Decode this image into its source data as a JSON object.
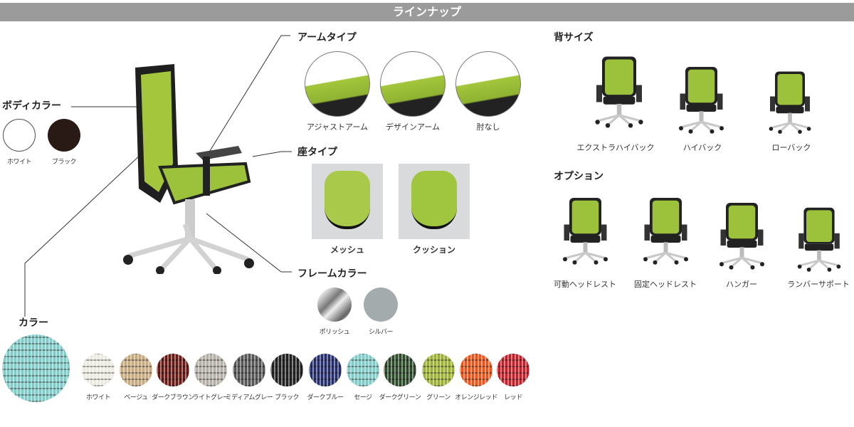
{
  "title": "ラインナップ",
  "body_color": {
    "heading": "ボディカラー",
    "options": [
      {
        "label": "ホワイト",
        "color": "#ffffff"
      },
      {
        "label": "ブラック",
        "color": "#2a1a16"
      }
    ]
  },
  "arm_type": {
    "heading": "アームタイプ",
    "options": [
      {
        "label": "アジャストアーム"
      },
      {
        "label": "デザインアーム"
      },
      {
        "label": "肘なし"
      }
    ]
  },
  "seat_type": {
    "heading": "座タイプ",
    "options": [
      {
        "label": "メッシュ"
      },
      {
        "label": "クッション"
      }
    ]
  },
  "frame_color": {
    "heading": "フレームカラー",
    "options": [
      {
        "label": "ポリッシュ"
      },
      {
        "label": "シルバー",
        "color": "#a3abad"
      }
    ]
  },
  "back_size": {
    "heading": "背サイズ",
    "options": [
      {
        "label": "エクストラハイバック"
      },
      {
        "label": "ハイバック"
      },
      {
        "label": "ローバック"
      }
    ]
  },
  "options": {
    "heading": "オプション",
    "items": [
      {
        "label": "可動ヘッドレスト"
      },
      {
        "label": "固定ヘッドレスト"
      },
      {
        "label": "ハンガー"
      },
      {
        "label": "ランバーサポート"
      }
    ]
  },
  "color": {
    "heading": "カラー",
    "swatches": [
      {
        "label": "ホワイト",
        "color": "#ecebe2"
      },
      {
        "label": "ベージュ",
        "color": "#c6a97e"
      },
      {
        "label": "ダークブラウン",
        "color": "#6a1a15"
      },
      {
        "label": "ライトグレー",
        "color": "#b4afa7"
      },
      {
        "label": "ミディアムグレー",
        "color": "#575757"
      },
      {
        "label": "ブラック",
        "color": "#222222"
      },
      {
        "label": "ダークブルー",
        "color": "#27306e"
      },
      {
        "label": "セージ",
        "color": "#7fcbc7"
      },
      {
        "label": "ダークグリーン",
        "color": "#2d4a2a"
      },
      {
        "label": "グリーン",
        "color": "#9bb032"
      },
      {
        "label": "オレンジレッド",
        "color": "#e8561b"
      },
      {
        "label": "レッド",
        "color": "#c1212b"
      }
    ]
  }
}
